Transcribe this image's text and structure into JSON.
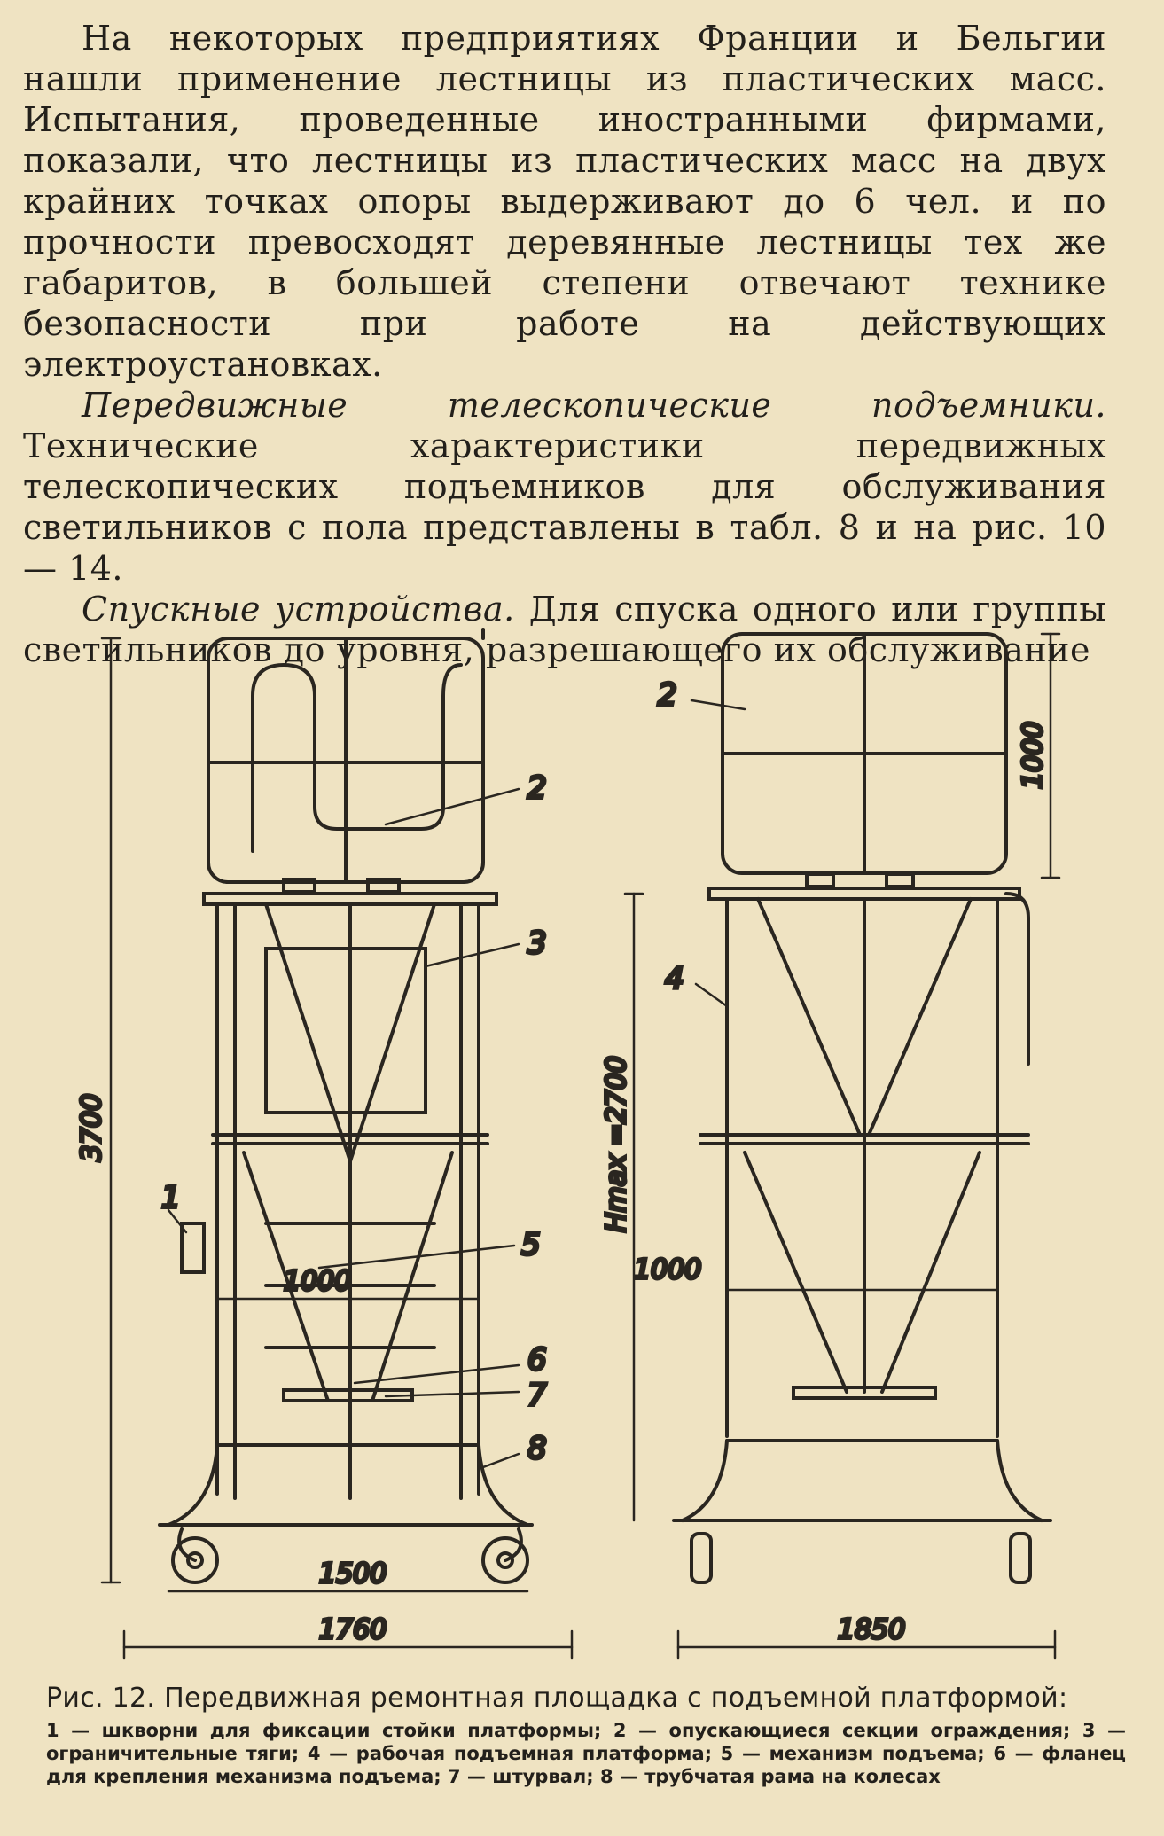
{
  "paragraphs": [
    {
      "lead": "",
      "text": "На некоторых предприятиях Франции и Бельгии нашли применение лестницы из пластических масс. Испытания, проведенные иностранными фирмами, показали, что лестницы из пластических масс на двух крайних точках опоры выдерживают до 6 чел. и по прочности превосходят деревянные лестницы тех же габаритов, в большей степени отвечают технике безопасности при работе на действующих электроустановках."
    },
    {
      "lead": "Передвижные телескопические подъемники.",
      "text": " Технические характеристики передвижных телескопических подъемников для обслуживания светильников с пола представлены в табл. 8 и на рис. 10 — 14."
    },
    {
      "lead": "Спускные устройства.",
      "text": " Для спуска одного или группы светильников до уровня, разрешающего их обслуживание"
    }
  ],
  "figure": {
    "labels": {
      "l1": "1",
      "l2": "2",
      "l3": "3",
      "l4": "4",
      "l5": "5",
      "l6": "6",
      "l7": "7",
      "l8": "8"
    },
    "dims": {
      "height_total": "3700",
      "height_max": "Hmax =2700",
      "rail_height": "1000",
      "width_left_inner": "1000",
      "width_right_inner": "1000",
      "base_1500": "1500",
      "base_1760": "1760",
      "base_1850": "1850"
    }
  },
  "caption": {
    "title": "Рис. 12. Передвижная ремонтная площадка с подъемной платформой:",
    "legend": "1 — шкворни для фиксации стойки платформы; 2 — опускающиеся секции ограждения; 3 — ограничительные тяги; 4 — рабочая подъемная платформа; 5 — механизм подъема; 6 — фланец для крепления механизма подъема; 7 — штурвал; 8 — трубчатая рама на колесах"
  },
  "colors": {
    "paper": "#efe3c2",
    "ink": "#23201b"
  }
}
